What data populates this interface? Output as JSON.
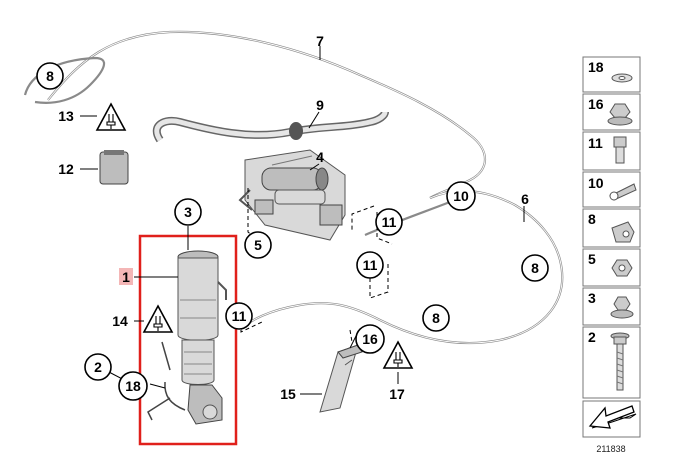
{
  "callouts": {
    "c1": "1",
    "c2": "2",
    "c3": "3",
    "c4": "4",
    "c5": "5",
    "c6": "6",
    "c7": "7",
    "c8a": "8",
    "c8b": "8",
    "c8c": "8",
    "c9": "9",
    "c10": "10",
    "c11a": "11",
    "c11b": "11",
    "c11c": "11",
    "c12": "12",
    "c13": "13",
    "c14": "14",
    "c15": "15",
    "c16": "16",
    "c17": "17",
    "c18": "18"
  },
  "legend": {
    "items": [
      "18",
      "16",
      "11",
      "10",
      "8",
      "5",
      "3",
      "2"
    ]
  },
  "diagram_number": "211838",
  "colors": {
    "highlight_frame": "#e0201b",
    "highlight_label_bg": "#f4b6b6"
  }
}
